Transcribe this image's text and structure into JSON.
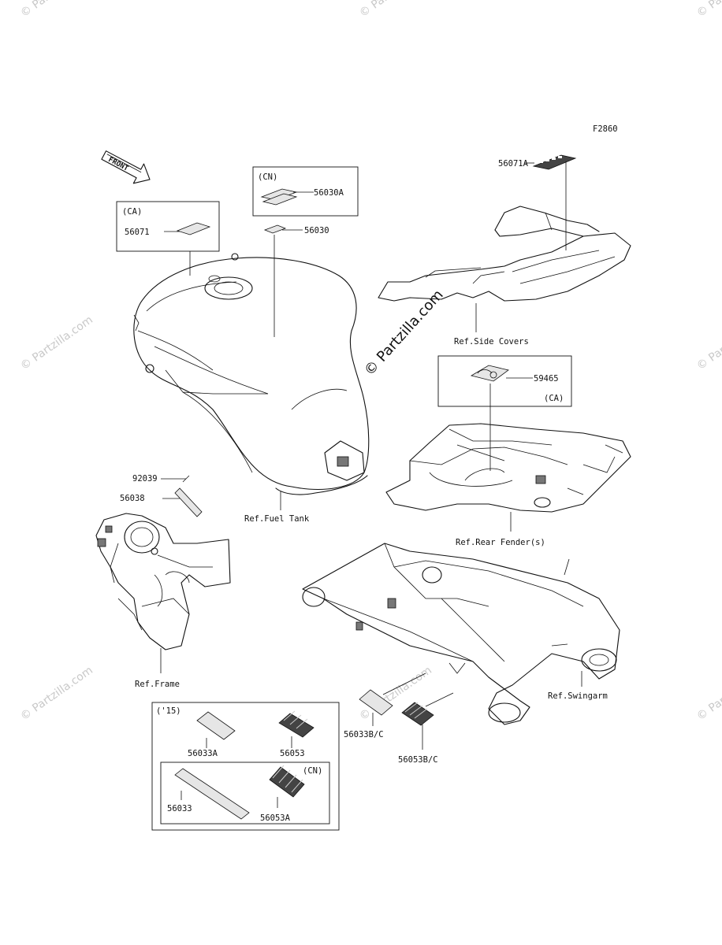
{
  "figure_code": "F2860",
  "direction_arrow": {
    "text": "FRONT",
    "icon": "front-arrow-icon"
  },
  "watermark": {
    "text": "© Partzilla.com",
    "color": "#c9c9c9"
  },
  "callouts": {
    "56071A": "56071A",
    "56030A": "56030A",
    "56030": "56030",
    "56071": "56071",
    "59465": "59465",
    "92039": "92039",
    "56038": "56038",
    "56033A": "56033A",
    "56053": "56053",
    "56033": "56033",
    "56053A": "56053A",
    "56033B_C": "56033B/C",
    "56053B_C": "56053B/C"
  },
  "box_tags": {
    "cn_top": "(CN)",
    "ca_tank": "(CA)",
    "ca_fender": "(CA)",
    "year_15": "('15)",
    "cn_bottom": "(CN)"
  },
  "references": {
    "side_covers": "Ref.Side Covers",
    "fuel_tank": "Ref.Fuel Tank",
    "rear_fender": "Ref.Rear Fender(s)",
    "frame": "Ref.Frame",
    "swingarm": "Ref.Swingarm"
  }
}
